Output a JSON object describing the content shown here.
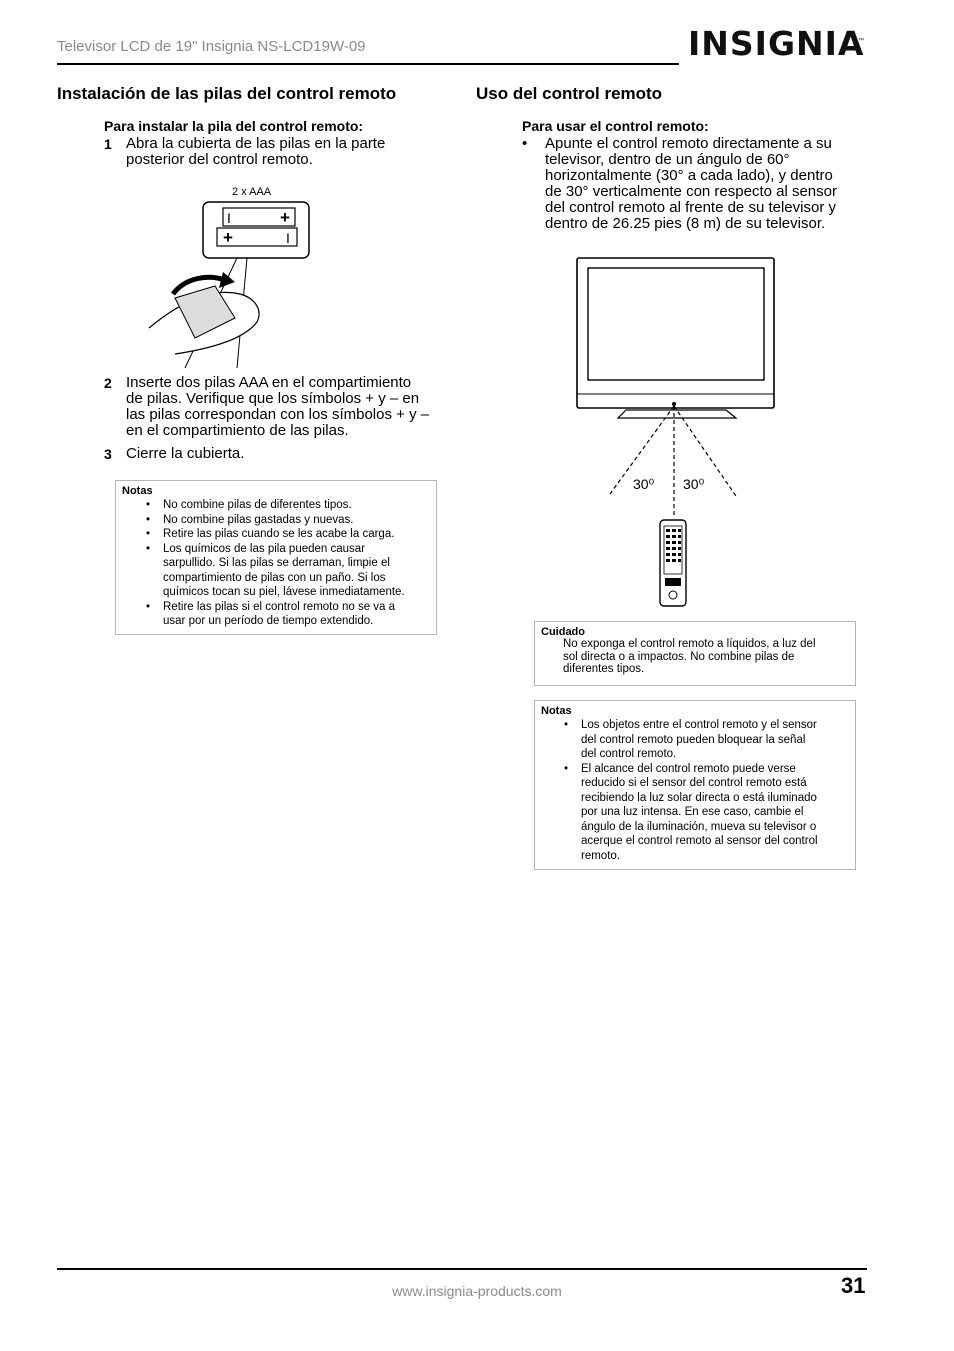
{
  "header": {
    "title": "Televisor LCD de 19\" Insignia NS-LCD19W-09",
    "logo": "INSIGNIA",
    "logo_tm": "™"
  },
  "left": {
    "heading": "Instalación de las pilas del control remoto",
    "subheading": "Para instalar la pila del control remoto:",
    "steps": [
      {
        "num": "1",
        "lines": [
          "Abra la cubierta de las pilas en la parte",
          "posterior del control remoto."
        ]
      },
      {
        "num": "2",
        "lines": [
          "Inserte dos pilas AAA en el compartimiento",
          "de pilas. Verifique que los símbolos + y – en",
          "las pilas correspondan con los símbolos + y –",
          "en el compartimiento de las pilas."
        ]
      },
      {
        "num": "3",
        "lines": [
          "Cierre la cubierta."
        ]
      }
    ],
    "figure_label": "2 x AAA",
    "notes": {
      "title": "Notas",
      "items": [
        [
          "No combine pilas de diferentes tipos."
        ],
        [
          "No combine pilas gastadas y nuevas."
        ],
        [
          "Retire las pilas cuando se les acabe la carga."
        ],
        [
          "Los químicos de las pila pueden causar",
          "sarpullido. Si las pilas se derraman, limpie el",
          "compartimiento de pilas con un paño. Si los",
          "químicos tocan su piel, lávese inmediatamente."
        ],
        [
          "Retire las pilas si el control remoto no se va a",
          "usar por un período de tiempo extendido."
        ]
      ]
    }
  },
  "right": {
    "heading": "Uso del control remoto",
    "subheading": "Para usar el control remoto:",
    "bullet_lines": [
      "Apunte el control remoto directamente a su",
      "televisor, dentro de un ángulo de 60°",
      "horizontalmente (30° a cada lado), y dentro",
      "de 30° verticalmente con respecto al sensor",
      "del control remoto al frente de su televisor y",
      "dentro de 26.25 pies (8 m) de su televisor."
    ],
    "angle_left": "30⁰",
    "angle_right": "30⁰",
    "caution": {
      "title": "Cuidado",
      "lines": [
        "No exponga el control remoto a líquidos, a luz del",
        "sol directa o a impactos. No combine pilas de",
        "diferentes tipos."
      ]
    },
    "notes": {
      "title": "Notas",
      "items": [
        [
          "Los objetos entre el control remoto y el sensor",
          "del control remoto pueden bloquear la señal",
          "del control remoto."
        ],
        [
          "El alcance del control remoto puede verse",
          "reducido si el sensor del control remoto está",
          "recibiendo la luz solar directa o está iluminado",
          "por una luz intensa. En ese caso, cambie el",
          "ángulo de la iluminación, mueva su televisor o",
          "acerque el control remoto al sensor del control",
          "remoto."
        ]
      ]
    }
  },
  "footer": {
    "url": "www.insignia-products.com",
    "page_number": "31"
  },
  "bullet_char": "•"
}
